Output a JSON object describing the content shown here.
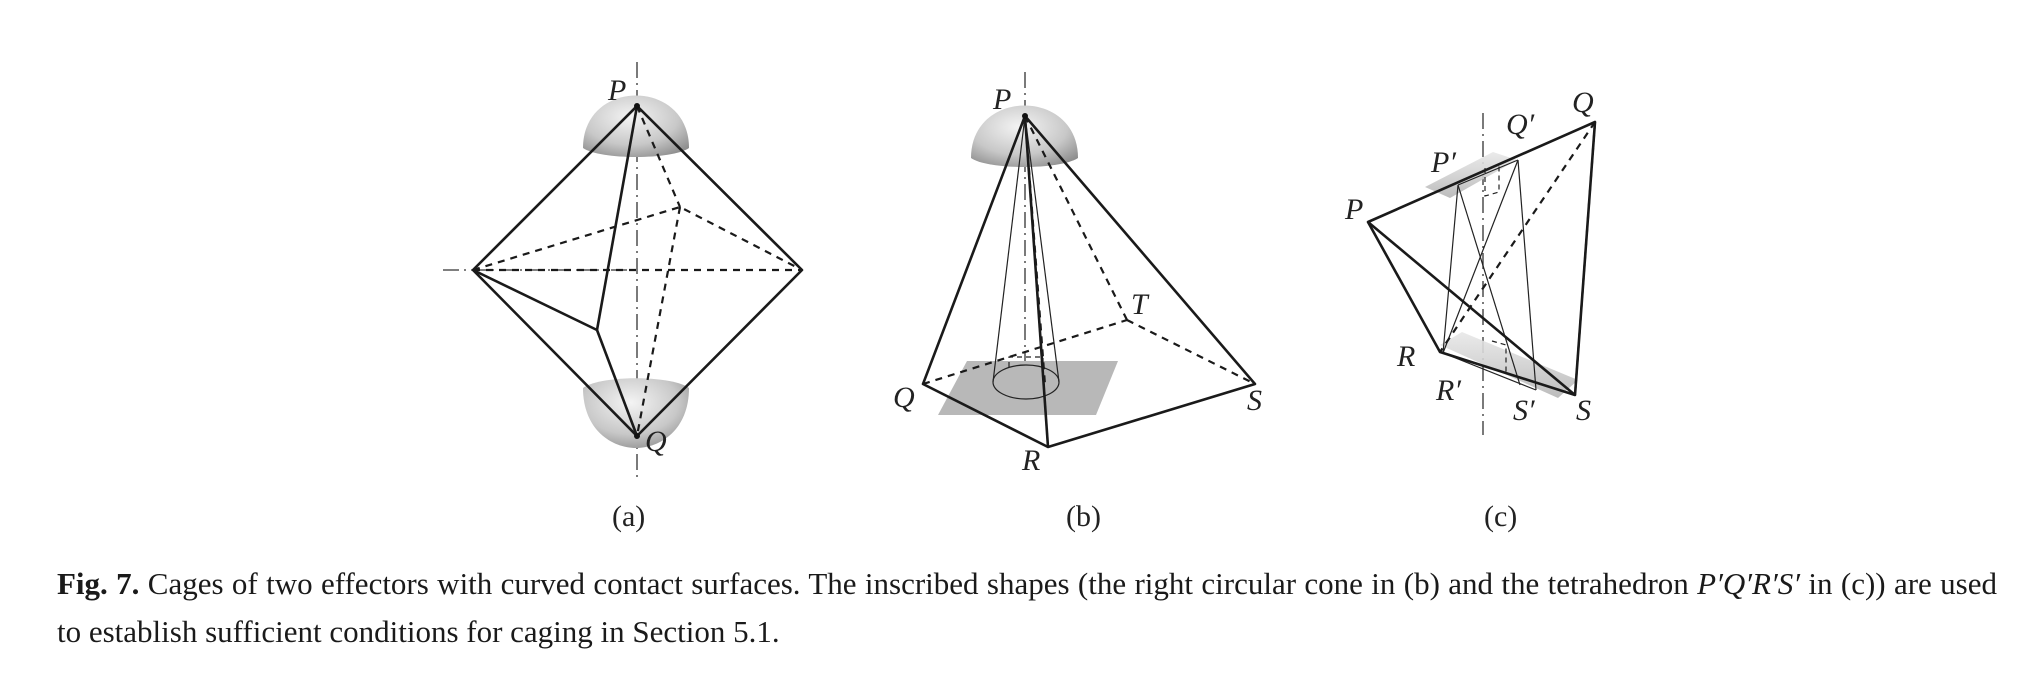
{
  "panels": [
    {
      "label": "(a)",
      "points": [
        "P",
        "Q"
      ]
    },
    {
      "label": "(b)",
      "points": [
        "P",
        "T",
        "Q",
        "S",
        "R"
      ]
    },
    {
      "label": "(c)",
      "points": [
        "Q",
        "Q′",
        "P′",
        "P",
        "R",
        "R′",
        "S′",
        "S"
      ]
    }
  ],
  "caption": {
    "fig_label": "Fig. 7.",
    "text_1": " Cages of two effectors with curved contact surfaces. The inscribed shapes (the right circular cone in (b) and the tetrahedron ",
    "math": "P′Q′R′S′",
    "text_2": " in (c)) are used to establish sufficient conditions for caging in Section 5.1."
  }
}
